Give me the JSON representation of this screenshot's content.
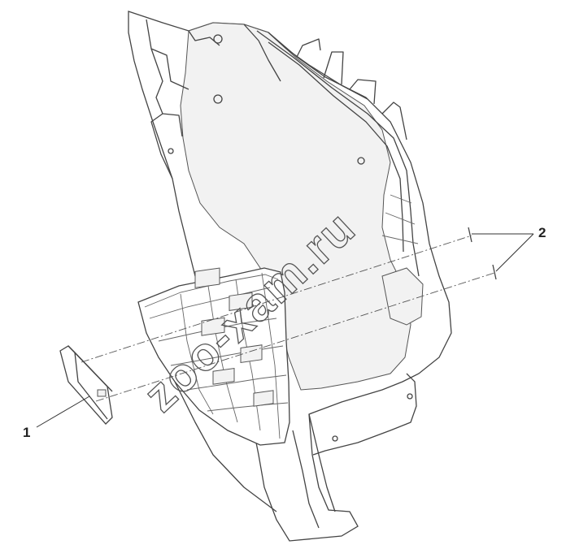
{
  "diagram": {
    "callouts": [
      {
        "id": "callout-1",
        "label": "1"
      },
      {
        "id": "callout-2",
        "label": "2"
      }
    ],
    "watermark": "zoo-xam.ru",
    "colors": {
      "line": "#444444",
      "background": "#ffffff"
    }
  }
}
